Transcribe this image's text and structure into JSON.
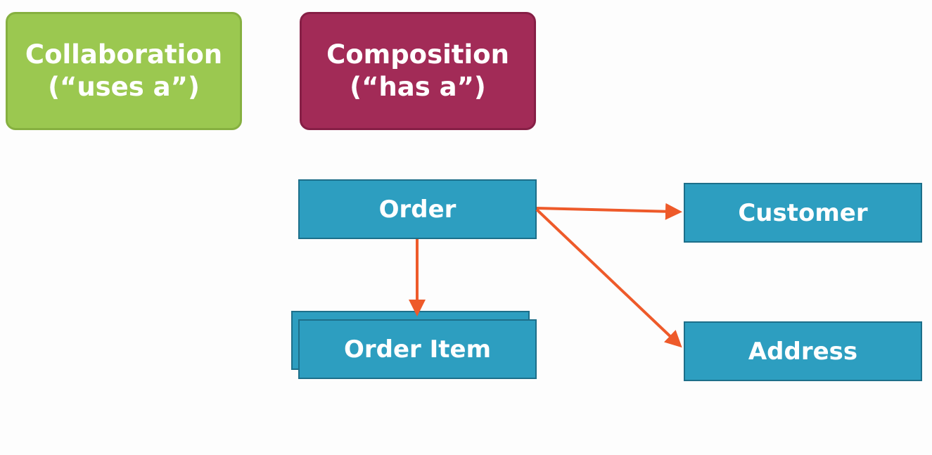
{
  "categories": {
    "collaboration": {
      "line1": "Collaboration",
      "line2": "(“uses a”)",
      "color": "#9bc850"
    },
    "composition": {
      "line1": "Composition",
      "line2": "(“has a”)",
      "color": "#a22b57"
    }
  },
  "nodes": {
    "order": "Order",
    "order_item": "Order Item",
    "customer": "Customer",
    "address": "Address",
    "node_color": "#2d9ec0"
  },
  "edges": [
    {
      "from": "Order",
      "to": "Order Item"
    },
    {
      "from": "Order",
      "to": "Customer"
    },
    {
      "from": "Order",
      "to": "Address"
    }
  ],
  "arrow_color": "#ee5a2a"
}
